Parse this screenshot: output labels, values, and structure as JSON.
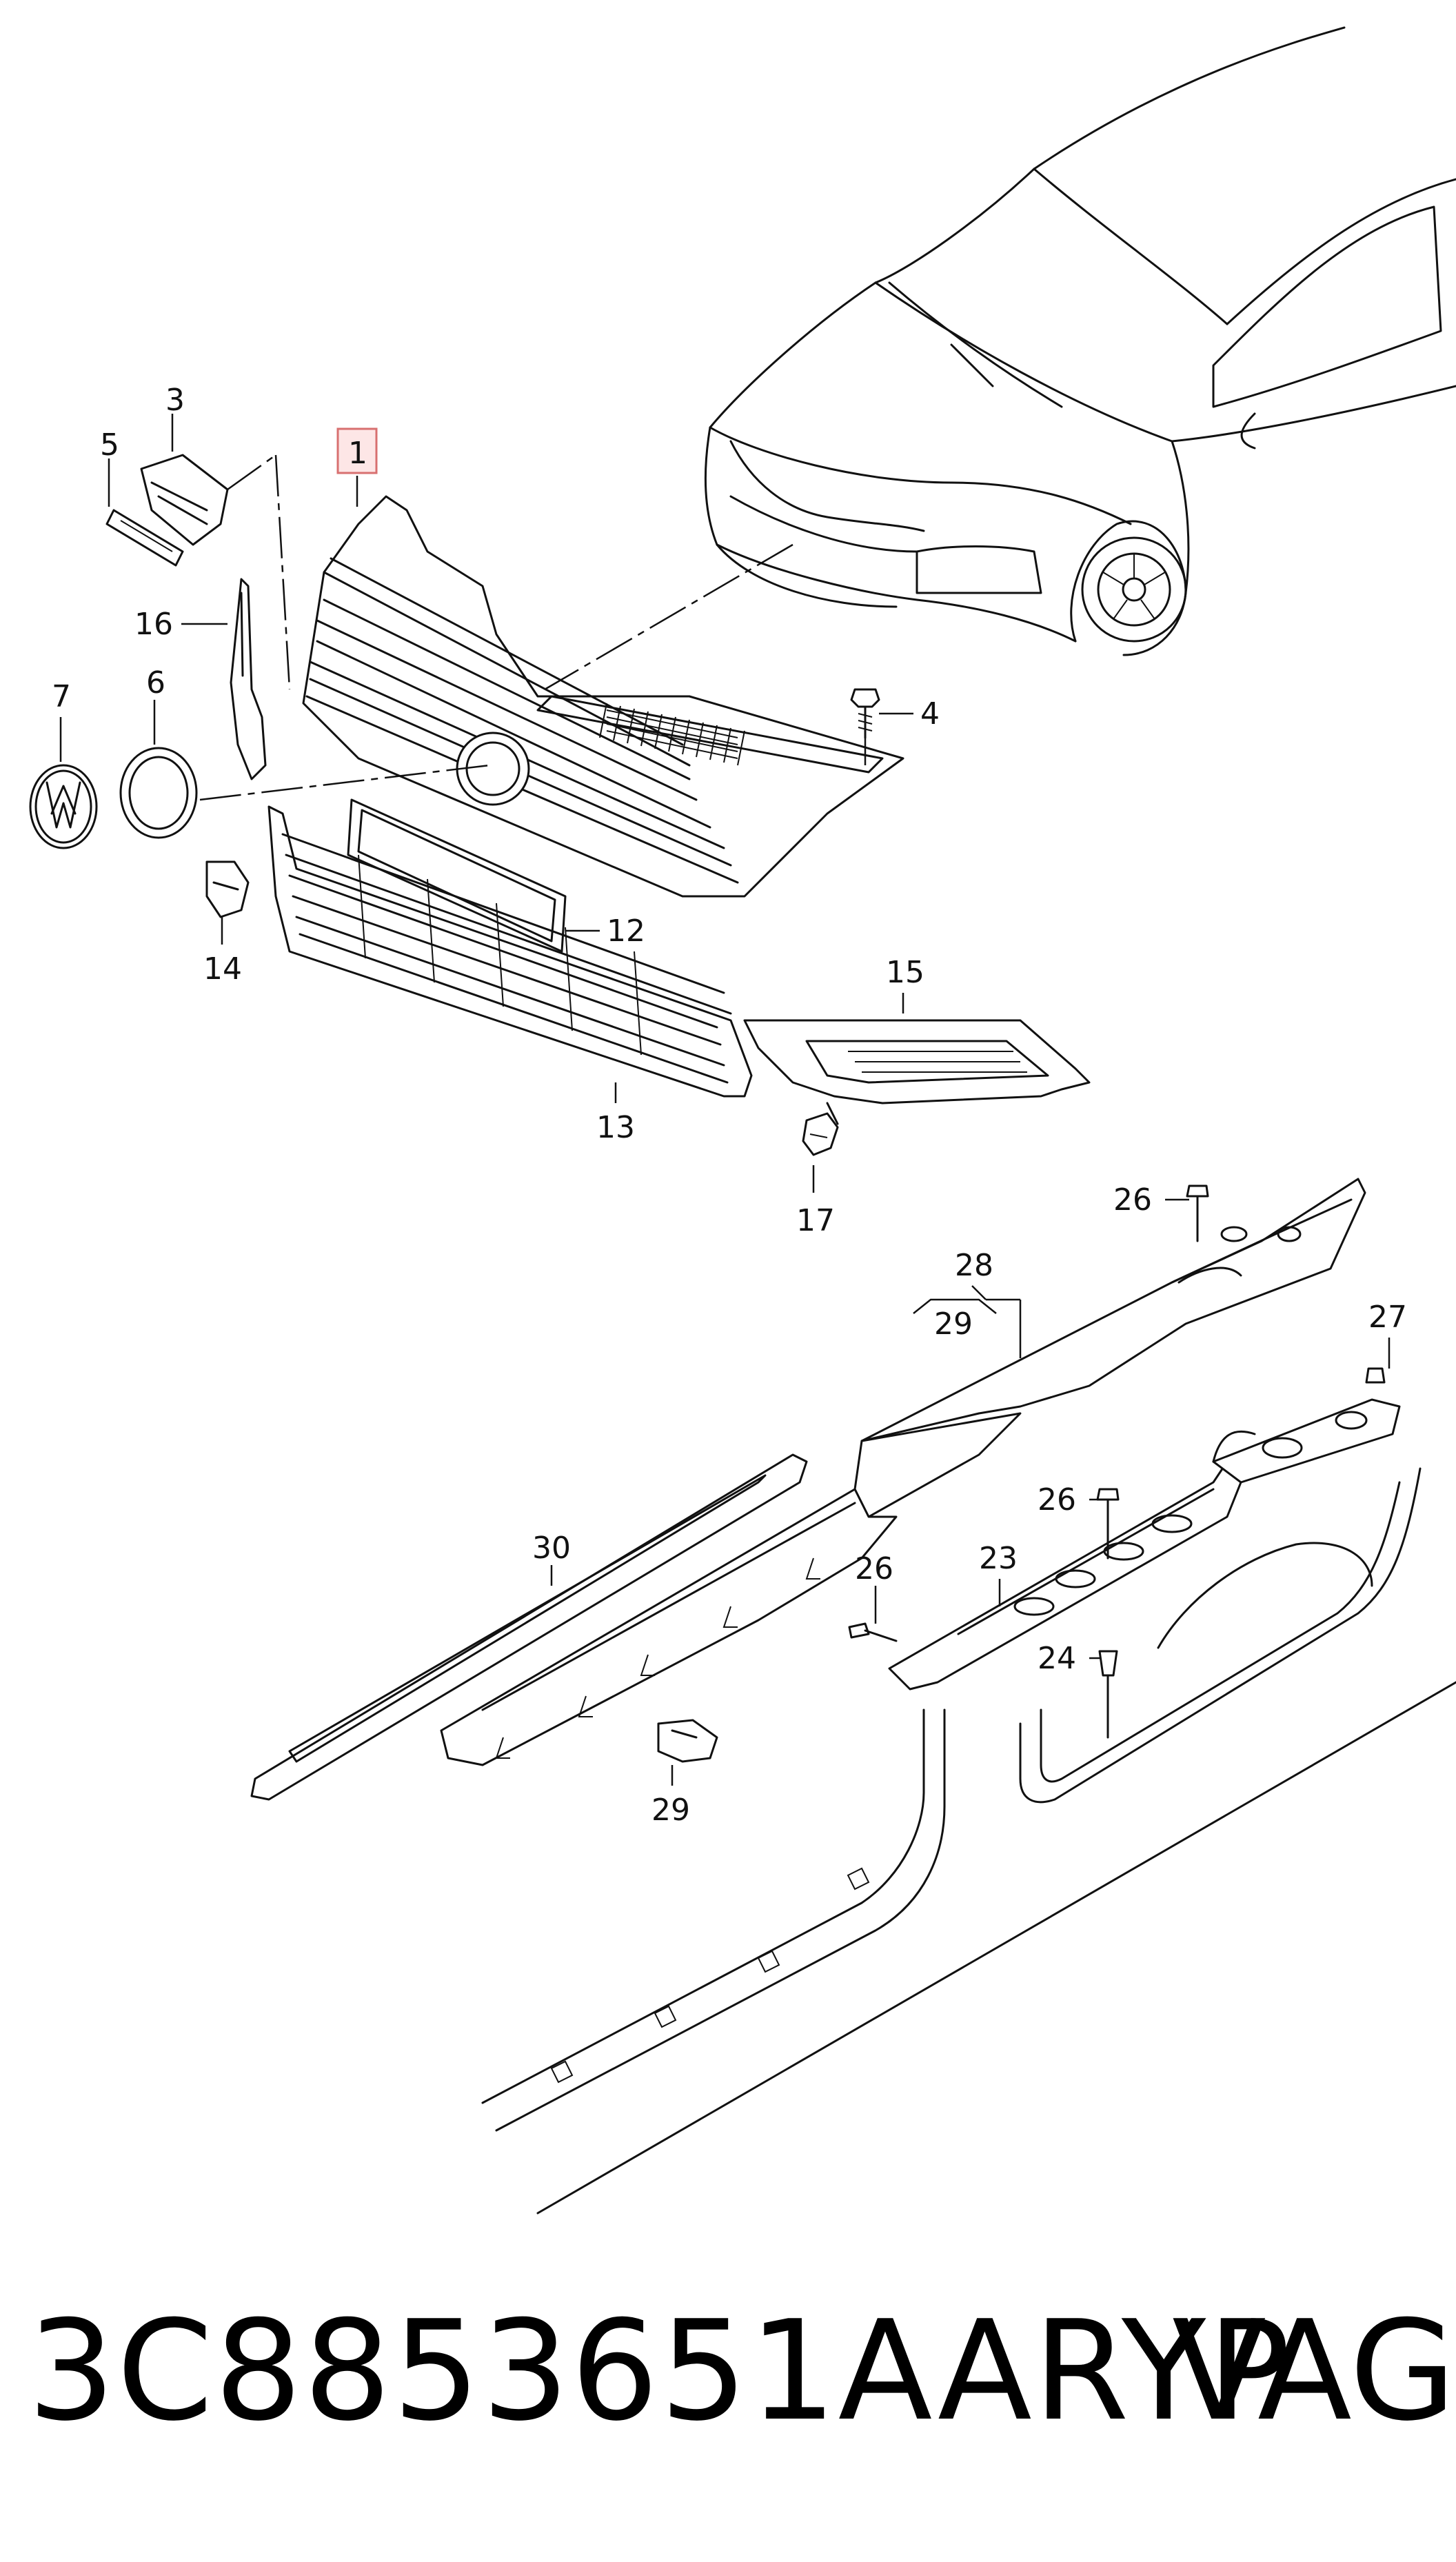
{
  "diagram": {
    "callouts": {
      "c1": "1",
      "c3": "3",
      "c4": "4",
      "c5": "5",
      "c6": "6",
      "c7": "7",
      "c12": "12",
      "c13": "13",
      "c14": "14",
      "c15": "15",
      "c16": "16",
      "c17": "17",
      "c23": "23",
      "c24": "24",
      "c26a": "26",
      "c26b": "26",
      "c26c": "26",
      "c27": "27",
      "c28": "28",
      "c29a": "29",
      "c29b": "29",
      "c30": "30"
    },
    "highlighted_part": "1",
    "highlight_color": "#fde6e6"
  },
  "footer": {
    "part_number": "3C8853651AARYP",
    "brand": "VAG"
  }
}
